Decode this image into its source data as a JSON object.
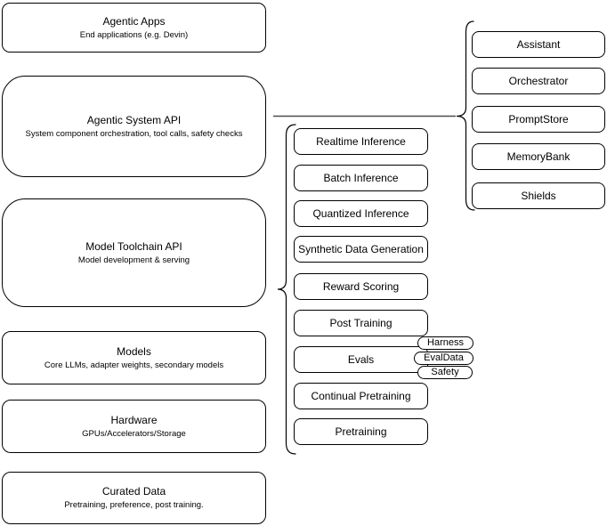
{
  "diagram": {
    "stack": [
      {
        "title": "Agentic Apps",
        "subtitle": "End applications (e.g. Devin)"
      },
      {
        "title": "Agentic System API",
        "subtitle": "System component orchestration, tool calls, safety checks"
      },
      {
        "title": "Model Toolchain API",
        "subtitle": "Model development & serving"
      },
      {
        "title": "Models",
        "subtitle": "Core LLMs, adapter weights, secondary models"
      },
      {
        "title": "Hardware",
        "subtitle": "GPUs/Accelerators/Storage"
      },
      {
        "title": "Curated Data",
        "subtitle": "Pretraining, preference, post training."
      }
    ],
    "services": [
      "Realtime Inference",
      "Batch Inference",
      "Quantized Inference",
      "Synthetic Data Generation",
      "Reward Scoring",
      "Post Training",
      "Evals",
      "Continual Pretraining",
      "Pretraining"
    ],
    "eval_pills": [
      "Harness",
      "EvalData",
      "Safety"
    ],
    "components": [
      "Assistant",
      "Orchestrator",
      "PromptStore",
      "MemoryBank",
      "Shields"
    ],
    "colors": {
      "stroke": "#000000",
      "fill": "#ffffff",
      "connector": "#4d4d4d"
    }
  }
}
